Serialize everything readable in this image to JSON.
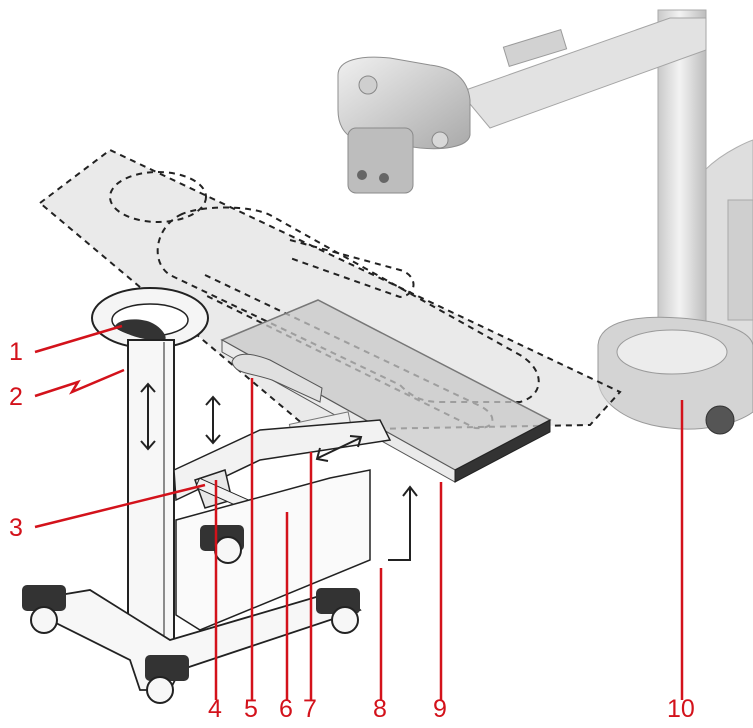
{
  "callouts": [
    {
      "label": "1"
    },
    {
      "label": "2"
    },
    {
      "label": "3"
    },
    {
      "label": "4"
    },
    {
      "label": "5"
    },
    {
      "label": "6"
    },
    {
      "label": "7"
    },
    {
      "label": "8"
    },
    {
      "label": "9"
    },
    {
      "label": "10"
    }
  ],
  "colors": {
    "callout": "#d3121b",
    "outline": "#222222",
    "patient_area": "#d9d9d9",
    "device_body": "#e6e6e6",
    "detector_edge": "#333333"
  }
}
